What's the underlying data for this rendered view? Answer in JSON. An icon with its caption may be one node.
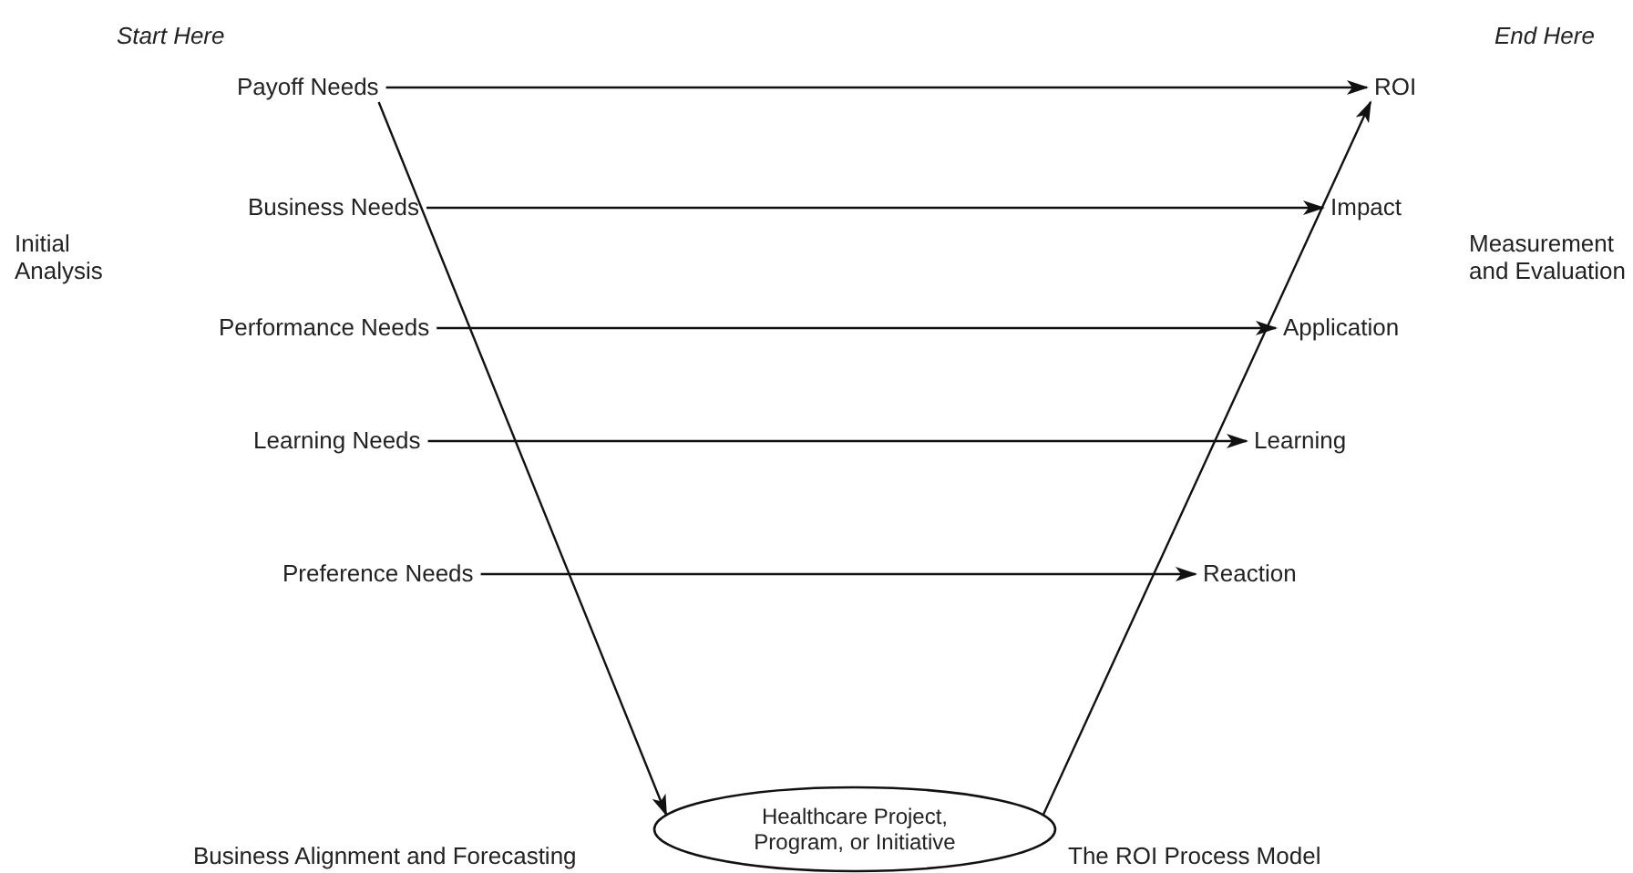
{
  "diagram": {
    "title": "The ROI Process Model",
    "nodes": [
      {
        "text": [
          "Payoff Needs"
        ]
      },
      {
        "text": [
          "Business Needs"
        ]
      },
      {
        "text": [
          "Performance Needs"
        ]
      },
      {
        "text": [
          "Learning Needs"
        ]
      },
      {
        "text": [
          "Preference Needs"
        ]
      },
      {
        "text": [
          "Healthcare Project, Program, or Initiative"
        ]
      },
      {
        "text": [
          "ROI"
        ]
      },
      {
        "text": [
          "Impact"
        ]
      },
      {
        "text": [
          "Application"
        ]
      },
      {
        "text": [
          "Learning"
        ]
      },
      {
        "text": [
          "Reaction"
        ]
      }
    ],
    "edges": [
      {
        "from": 0,
        "to": 6,
        "arrow": "to"
      },
      {
        "from": 1,
        "to": 7,
        "arrow": "to"
      },
      {
        "from": 2,
        "to": 8,
        "arrow": "to"
      },
      {
        "from": 3,
        "to": 9,
        "arrow": "to"
      },
      {
        "from": 4,
        "to": 10,
        "arrow": "to"
      },
      {
        "from": 0,
        "to": 5,
        "arrow": "to"
      },
      {
        "from": 5,
        "to": 6,
        "arrow": "to"
      }
    ],
    "labels": [
      "Start Here",
      "End Here",
      "Initial Analysis",
      "Measurement and Evaluation",
      "Business Alignment and Forecasting"
    ]
  }
}
